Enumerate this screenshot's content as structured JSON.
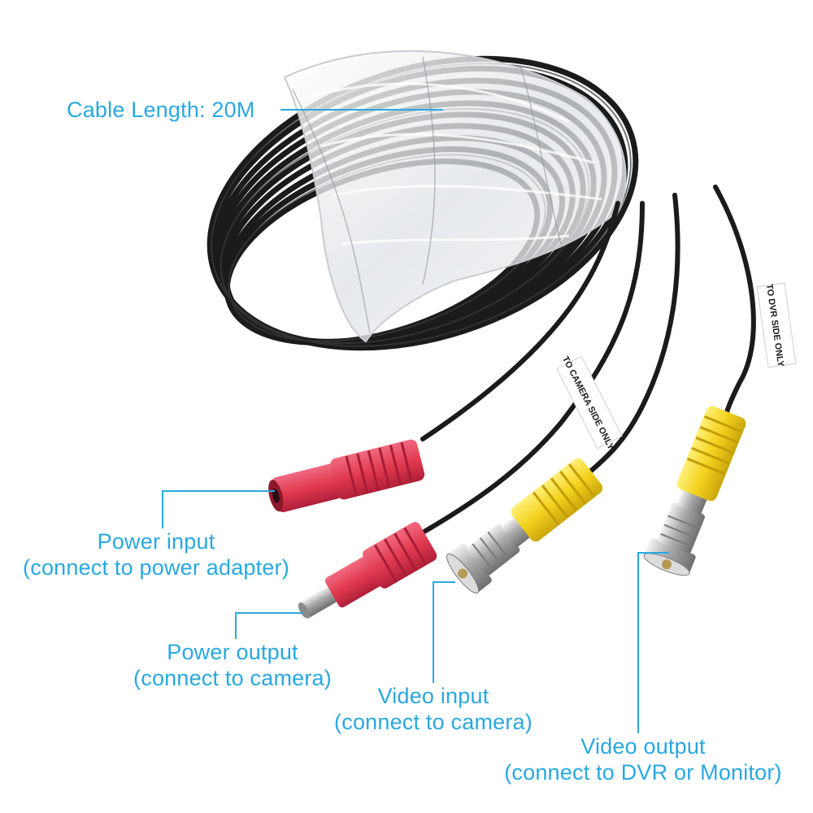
{
  "labels": {
    "cable_length": "Cable Length: 20M",
    "power_input": {
      "title": "Power input",
      "detail": "(connect to power adapter)"
    },
    "power_output": {
      "title": "Power output",
      "detail": "(connect to camera)"
    },
    "video_input": {
      "title": "Video input",
      "detail": "(connect to camera)"
    },
    "video_output": {
      "title": "Video output",
      "detail": "(connect to DVR or Monitor)"
    }
  },
  "tags": {
    "camera_side": "TO CAMERA SIDE ONLY",
    "dvr_side": "TO DVR SIDE ONLY"
  },
  "colors": {
    "annotation": "#29a8e0",
    "cable": "#1b1b1b",
    "power_connector": "#e23a52",
    "video_connector": "#f3d21e",
    "metal": "#c3c3c3"
  }
}
